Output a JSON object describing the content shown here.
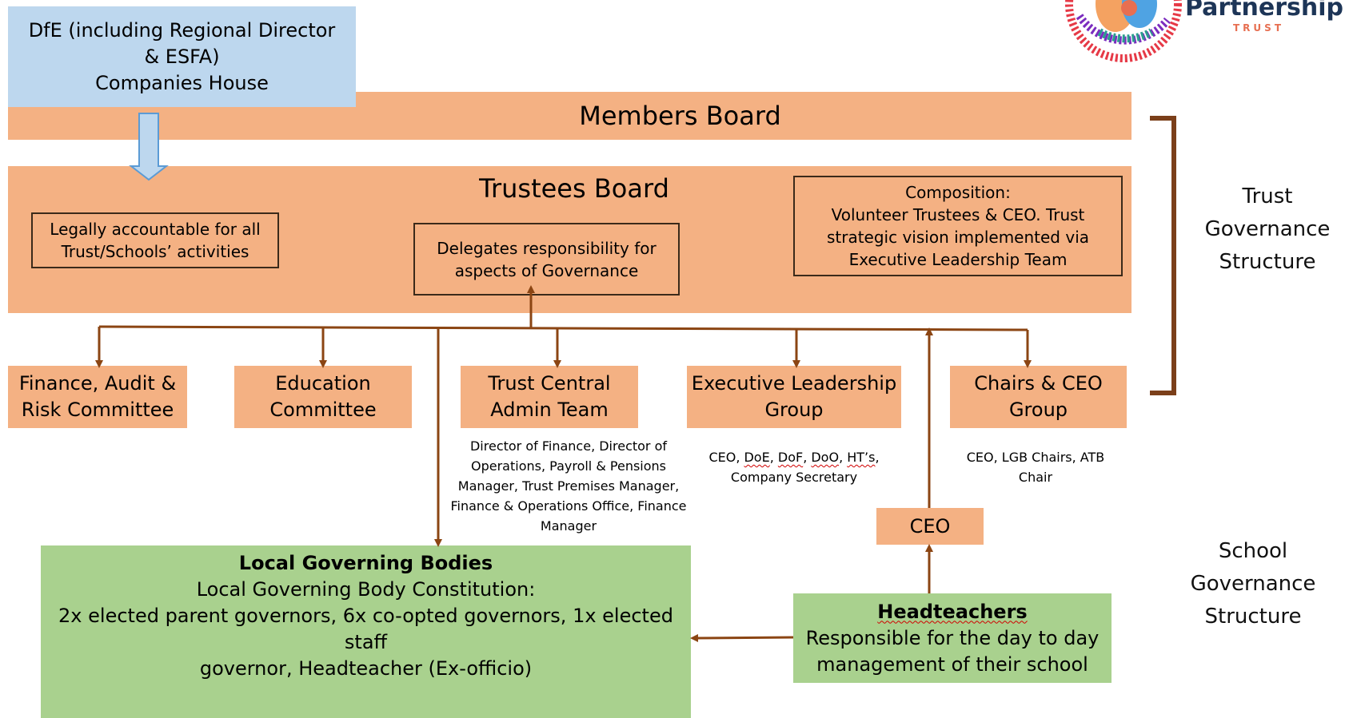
{
  "logo": {
    "name": "Partnership",
    "sub": "TRUST"
  },
  "dfe": {
    "line1": "DfE (including Regional Director",
    "line2": "& ESFA)",
    "line3": "Companies House"
  },
  "members_board": {
    "title": "Members Board"
  },
  "trustees_board": {
    "title": "Trustees Board",
    "accountable": {
      "line1": "Legally accountable for all",
      "line2": "Trust/Schools’ activities"
    },
    "delegates": {
      "line1": "Delegates responsibility for",
      "line2": "aspects of Governance"
    },
    "composition": {
      "line1": "Composition:",
      "line2": "Volunteer Trustees & CEO.  Trust",
      "line3": "strategic vision implemented via",
      "line4": "Executive Leadership Team"
    }
  },
  "committees": {
    "finance": {
      "line1": "Finance, Audit &",
      "line2": "Risk Committee"
    },
    "education": {
      "line1": "Education",
      "line2": "Committee"
    },
    "central": {
      "line1": "Trust Central",
      "line2": "Admin Team"
    },
    "executive": {
      "line1": "Executive Leadership",
      "line2": "Group"
    },
    "chairs": {
      "line1": "Chairs & CEO",
      "line2": "Group"
    }
  },
  "notes": {
    "central": {
      "line1": "Director of Finance, Director of",
      "line2": "Operations, Payroll & Pensions",
      "line3": "Manager, Trust Premises Manager,",
      "line4": "Finance & Operations Office, Finance",
      "line5": "Manager"
    },
    "executive": {
      "p1": "CEO, ",
      "doe": "DoE",
      "p2": ", ",
      "dof": "DoF",
      "p3": ", ",
      "doo": "DoO",
      "p4": ", ",
      "hts": "HT’s",
      "p5": ",",
      "line2": "Company Secretary"
    },
    "chairs": {
      "line1": "CEO, LGB Chairs, ATB",
      "line2": "Chair"
    }
  },
  "ceo": {
    "label": "CEO"
  },
  "lgb": {
    "title": "Local Governing Bodies",
    "line1": "Local Governing Body Constitution:",
    "line2": "2x elected parent governors, 6x co-opted governors, 1x elected staff",
    "line3": "governor,  Headteacher (Ex-officio)"
  },
  "headteachers": {
    "title": "Headteachers",
    "line1": "Responsible for the day to day",
    "line2": "management of their school"
  },
  "side_labels": {
    "trust": {
      "line1": "Trust",
      "line2": "Governance",
      "line3": "Structure"
    },
    "school": {
      "line1": "School",
      "line2": "Governance",
      "line3": "Structure"
    }
  },
  "colors": {
    "orange_fill": "#f4b183",
    "green_fill": "#a9d18e",
    "blue_fill": "#bdd7ee",
    "connector": "#8b4513"
  }
}
